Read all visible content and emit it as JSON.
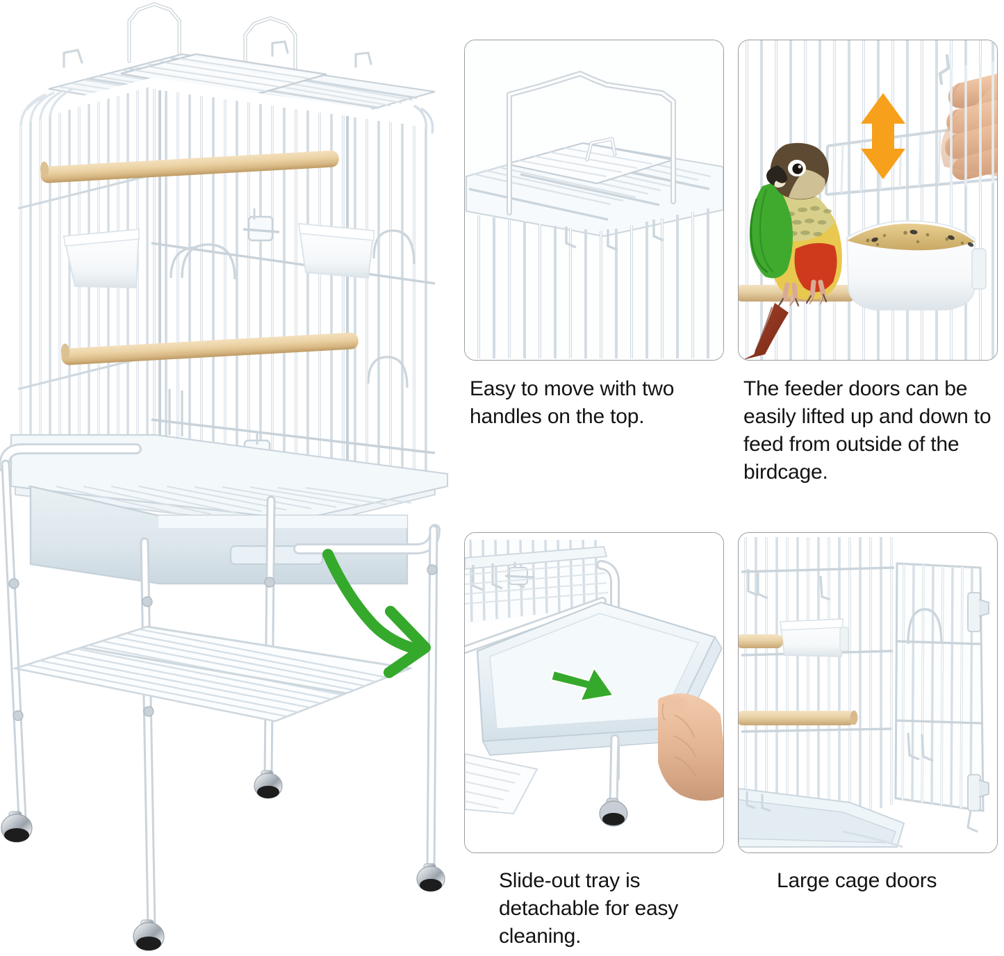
{
  "product": {
    "name": "white-metal-bird-cage-with-rolling-stand",
    "color_scheme": {
      "cage_wire": "#f2f4f6",
      "wire_shadow": "#c3ccd4",
      "tray": "#dfe7ec",
      "perch_wood": "#e8d0a4",
      "perch_wood_dark": "#c9ab78",
      "caster_chrome": "#cfd4d8",
      "caster_tire": "#222222",
      "arrow_green": "#35a92b",
      "arrow_orange": "#f59c16"
    }
  },
  "panels": [
    {
      "id": "handles",
      "name": "panel-carry-handles",
      "caption": "Easy to move with two handles on the top.",
      "alt": "close-up of wire carry handle on cage roof"
    },
    {
      "id": "feeder",
      "name": "panel-feeder-doors",
      "caption": "The feeder doors can be easily lifted up and down to feed from outside of the birdcage.",
      "alt": "green-cheeked conure on perch next to white seed cup, hand lifting feeder door, orange up-down arrow"
    },
    {
      "id": "tray",
      "name": "panel-slide-out-tray",
      "caption": "Slide-out tray is detachable for easy cleaning.",
      "alt": "hand pulling white slide-out tray from under the cage, green arrow pointing out"
    },
    {
      "id": "doors",
      "name": "panel-large-cage-doors",
      "caption": "Large cage doors",
      "alt": "large swing-open cage door with feed cup and wooden perches"
    }
  ],
  "main_photo": {
    "name": "bird-cage-with-stand-hero",
    "features_visible": [
      "two-top-carry-handles",
      "flat-roof-top-opening",
      "two-wooden-perches",
      "four-white-feed-cups",
      "front-swing-door",
      "slide-out-bottom-tray",
      "rolling-stand-with-storage-shelf",
      "four-lockable-casters"
    ]
  },
  "annotations": {
    "green_curved_arrow": {
      "name": "green-curved-arrow",
      "color": "#35a92b",
      "points_to": "slide-out-tray-panel"
    },
    "green_straight_arrow": {
      "name": "green-straight-arrow",
      "color": "#35a92b",
      "direction": "down-right"
    },
    "orange_double_arrow": {
      "name": "orange-up-down-arrow",
      "color": "#f59c16",
      "direction": "up-and-down"
    }
  }
}
